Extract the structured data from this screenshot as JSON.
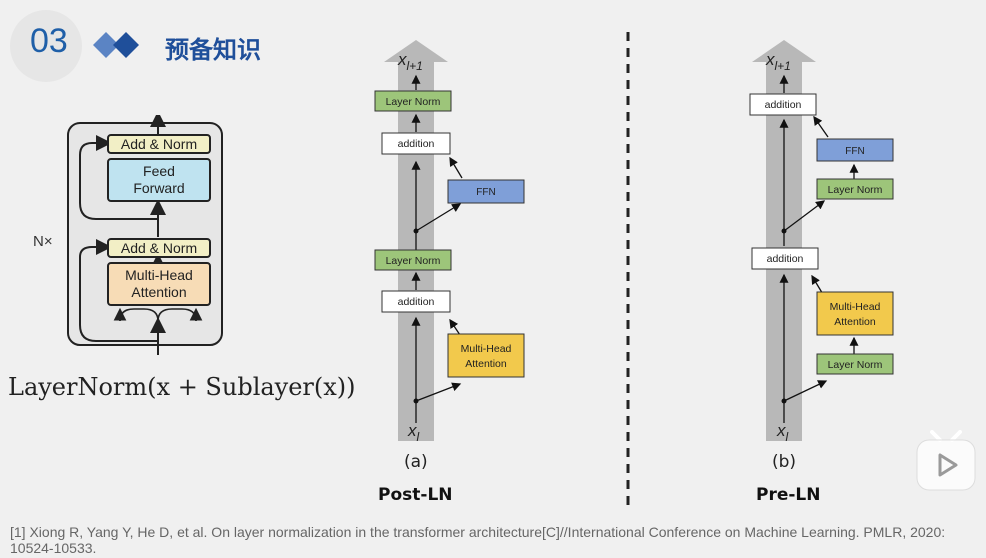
{
  "header": {
    "section_number": "03",
    "section_title": "预备知识"
  },
  "transformer_block": {
    "repeat_label": "N×",
    "top_addnorm": "Add & Norm",
    "ffn": [
      "Feed",
      "Forward"
    ],
    "bottom_addnorm": "Add & Norm",
    "mha": [
      "Multi-Head",
      "Attention"
    ]
  },
  "formula": "LayerNorm(x + Sublayer(x))",
  "post_ln": {
    "sub_caption": "(a)",
    "caption": "Post-LN",
    "output_label": "x",
    "output_sub": "l+1",
    "input_label": "x",
    "input_sub": "l",
    "nodes": {
      "ln_top": "Layer Norm",
      "add_top": "addition",
      "ffn": "FFN",
      "ln_mid": "Layer Norm",
      "add_bottom": "addition",
      "mha": [
        "Multi-Head",
        "Attention"
      ]
    }
  },
  "pre_ln": {
    "sub_caption": "(b)",
    "caption": "Pre-LN",
    "output_label": "x",
    "output_sub": "l+1",
    "input_label": "x",
    "input_sub": "l",
    "nodes": {
      "add_top": "addition",
      "ffn": "FFN",
      "ln_upper": "Layer Norm",
      "add_mid": "addition",
      "mha": [
        "Multi-Head",
        "Attention"
      ],
      "ln_lower": "Layer Norm"
    }
  },
  "footnote": "[1] Xiong R, Yang Y, He D, et al. On layer normalization in the transformer architecture[C]//International Conference on Machine Learning. PMLR, 2020: 10524-10533.",
  "colors": {
    "accent_blue": "#1f5fa8",
    "layer_norm_green": "#9dc57a",
    "ffn_blue": "#7f9fd8",
    "mha_yellow": "#f2c94c",
    "addnorm_yellow": "#f2efc6",
    "feedforward_blue": "#bfe3f0",
    "mha_peach": "#f7dcb6"
  },
  "icons": [
    "diamond-logo-icon",
    "play-button-icon"
  ]
}
